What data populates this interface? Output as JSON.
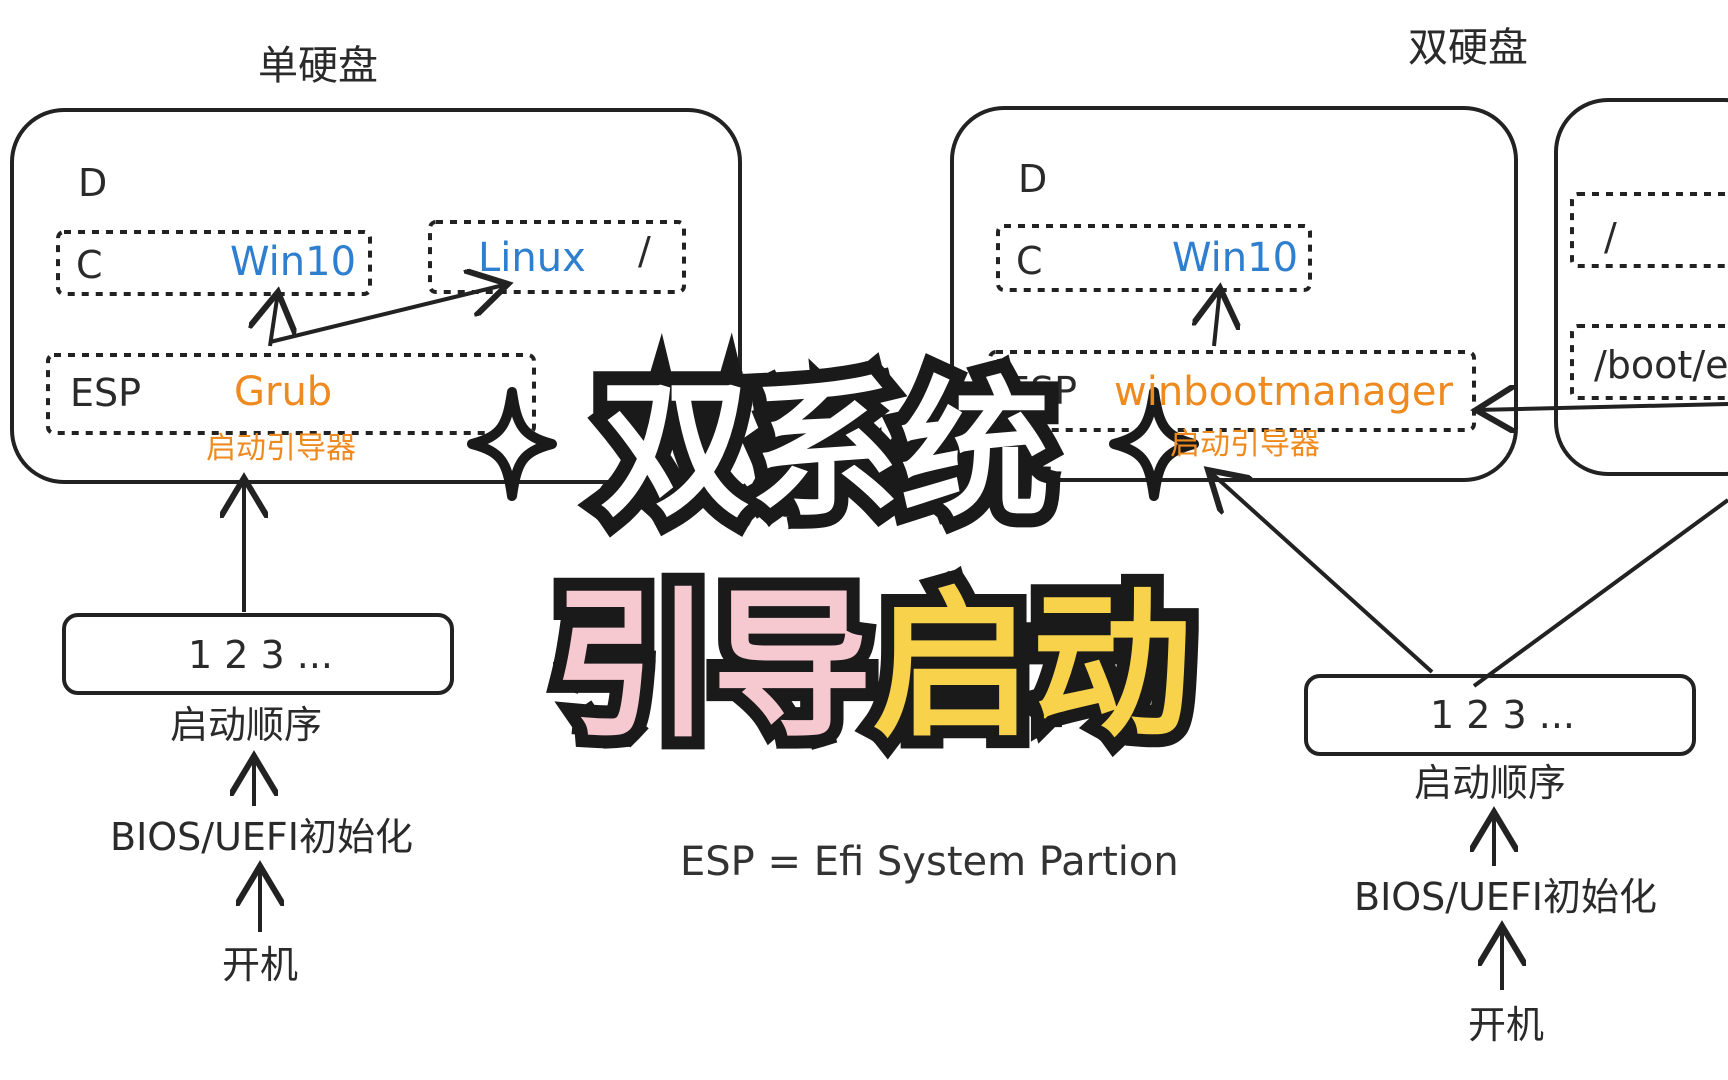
{
  "left": {
    "heading": "单硬盘",
    "disk_label": "D",
    "c_label": "C",
    "win_label": "Win10",
    "linux_label": "Linux",
    "root_label": "/",
    "esp_label": "ESP",
    "grub_label": "Grub",
    "loader_caption": "启动引导器",
    "order_values": "1  2  3 ...",
    "order_caption": "启动顺序",
    "bios_caption": "BIOS/UEFI初始化",
    "power_caption": "开机"
  },
  "right": {
    "heading": "双硬盘",
    "disk_label": "D",
    "c_label": "C",
    "win_label": "Win10",
    "esp_label": "ESP",
    "manager_label": "winbootmanager",
    "loader_caption": "启动引导器",
    "root_label": "/",
    "boot_label": "/boot/efi",
    "order_values": "1  2  3 ...",
    "order_caption": "启动顺序",
    "bios_caption": "BIOS/UEFI初始化",
    "power_caption": "开机"
  },
  "note": "ESP = Efi System Partion",
  "overlay": {
    "line1": "双系统",
    "line2_part1": "引导",
    "line2_part2": "启动"
  },
  "colors": {
    "blue": "#2f7fd0",
    "orange": "#ef8a1f",
    "pink": "#f6c8cf",
    "yellow": "#f8d24a",
    "outline": "#1a1a1a"
  }
}
